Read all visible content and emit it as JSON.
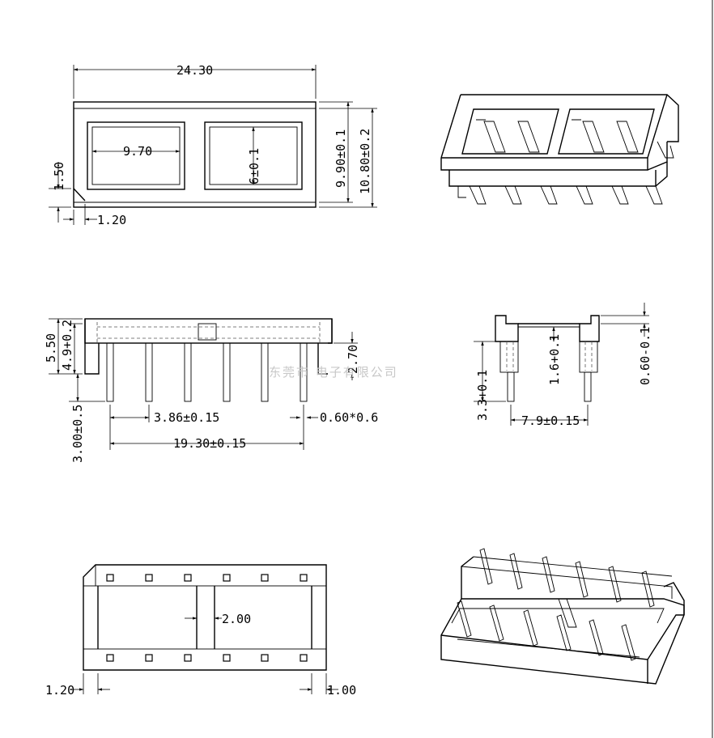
{
  "dimensions": {
    "top_width": "24.30",
    "window_width": "9.70",
    "window_height": "6±0.1",
    "height_inner": "9.90±0.1",
    "height_outer": "10.80±0.2",
    "chamfer_v": "1.50",
    "chamfer_h": "1.20",
    "side_h_total": "5.50",
    "side_h_body": "4.9+0.2",
    "pin_length": "3.00±0.5",
    "pin_pitch": "3.86±0.15",
    "pin_span": "19.30±0.15",
    "pin_size": "0.60*0.6",
    "standoff": "2.70",
    "end_pin_len": "3.3+0.1",
    "end_mid": "1.6+0.1",
    "end_row_spacing": "7.9±0.15",
    "end_wall": "0.60-0.1",
    "bottom_rib": "2.00",
    "bottom_left": "1.20",
    "bottom_right": "1.00"
  },
  "watermark": "东莞市   电子有限公司",
  "colors": {
    "line": "#000000",
    "hidden": "#555555",
    "watermark": "#c8c8c8"
  }
}
